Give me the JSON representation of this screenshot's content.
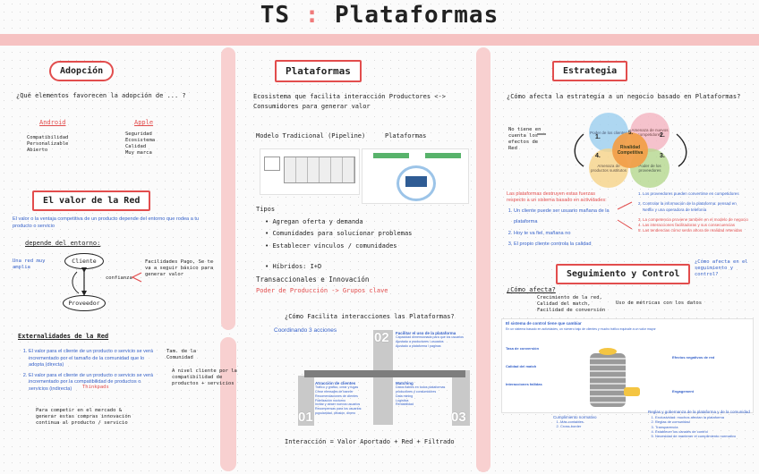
{
  "title": {
    "main": "TS",
    "colon": ":",
    "rest": "Plataformas"
  },
  "adopcion": {
    "heading": "Adopción",
    "question": "¿Qué elementos favorecen la adopción de ... ?",
    "android": {
      "label": "Android",
      "items": [
        "Compatibilidad",
        "Personalizable",
        "Abierto"
      ]
    },
    "apple": {
      "label": "Apple",
      "items": [
        "Seguridad",
        "Ecosistema",
        "Calidad",
        "Muy marca"
      ]
    }
  },
  "valor_red": {
    "heading": "El valor de la Red",
    "definition": "El valor o la ventaja competitiva de un producto depende del entorno que rodea a tu producto o servicio",
    "depende": "depende del entorno:",
    "side_note": "Una red muy amplia",
    "cliente": "Cliente",
    "proveedor": "Proveedor",
    "confianza": "confianza",
    "right_note": "Facilidades Pago, Se te va a seguir básico para generar valor"
  },
  "externalidades": {
    "heading": "Externalidades de la Red",
    "items": [
      "El valor para el cliente de un producto o servicio se verá incrementado por el tamaño de la comunidad que lo adopta (directa)",
      "El valor para el cliente de un producto o servicio se verá incrementado por la compatibilidad de productos o servicios (indirecta)"
    ],
    "tag": "Thinkpads",
    "note1": "Tam. de la Comunidad",
    "note2": "A nivel cliente por la compatibilidad de productos + servicios",
    "bottom_note": "Para competir en el mercado & generar estas compras innovación continua al producto / servicio"
  },
  "plataformas": {
    "heading": "Plataformas",
    "desc": "Ecosistema que facilita interacción Productores <-> Consumidores para generar valor",
    "modelo_tradicional": "Modelo Tradicional (Pipeline)",
    "plataformas_label": "Plataformas",
    "tipos": "Tipos",
    "tipos_items": [
      "Agregan oferta y demanda",
      "Comunidades para solucionar problemas",
      "Establecer vínculos / comunidades",
      "Híbridos: I+D"
    ],
    "transaccionales": "Transaccionales e Innovación",
    "poder": "Poder de Producción -> Grupos clave",
    "question": "¿Cómo Facilita interacciones las Plataformas?",
    "coordinando": "Coordinando 3 acciones",
    "atraccion_title": "Atracción de clientes",
    "atraccion_items": [
      "Tráfico y gráfico, crear y fugas",
      "Crear mensajes de banner",
      "Recomendaciones de clientes",
      "Fidelización nocturno",
      "Invitar y atraer nuevos usuarios",
      "Recompensas para los usuarios: popularidad, difusión, dinero"
    ],
    "facilitar_title": "Facilitar el uso de la plataforma",
    "facilitar_items": [
      "Capacidad dimensionada para que los usuarios",
      "Ajustado a productores / usuarios",
      "Ajustado a plataforma / paginas"
    ],
    "matching_title": "Matching",
    "matching_items": [
      "Datos fiables en todos plataformas productores y consumidores",
      "Data mining",
      "Logística",
      "Rentabilidad"
    ],
    "num1": "01",
    "num2": "02",
    "num3": "03",
    "formula": "Interacción = Valor Aportado + Red + Filtrado"
  },
  "estrategia": {
    "heading": "Estrategia",
    "question": "¿Cómo afecta la estrategia a un negocio basado en Plataformas?",
    "side_note": "No tiene en cuenta los efectos de Red",
    "venn": {
      "center": "Rivalidad Competitiva",
      "c1": "Poder de los clientes",
      "c2": "Amenaza de nuevos competidores",
      "c3": "Poder de los proveedores",
      "c4": "Amenaza de productos sustitutos",
      "n1": "1.",
      "n2": "2.",
      "n3": "3.",
      "n4": "4.",
      "n5": "5."
    },
    "lead": "Las plataformas destruyen estas fuerzas respecto a un sistema basado en actividades:",
    "points": [
      "Un cliente puede ser usuario mañana de la plataforma",
      "Hoy te va fiel, mañana no",
      "El propio cliente controla la calidad"
    ],
    "right_points": [
      "Los proveedores pueden convertirse en competidores",
      "Controlar la información de la plataforma: pensad en Netflix y una operadora de telefonía",
      "La competencia proviene también en el modelo de negocio",
      "Las interacciones facilitadoras y sus consecuencias",
      "Las tendencias cómo serán ahora de realidad retenidas"
    ]
  },
  "seguimiento": {
    "heading": "Seguimiento y Control",
    "side_note": "¿Cómo afecta en el seguimiento y control?",
    "question": "¿Cómo afecta?",
    "note1": "Crecimiento de la red, Calidad del match, Facilidad de conversión",
    "note2": "Uso de métricas con los datos",
    "diagram_title": "El sistema de control tiene que cambiar",
    "diagram_sub": "En un sistema basado en actividades, un número bajo de clientes y mucho tráfico equivale a un valor mayor",
    "left_labels": [
      "Tasa de conversión",
      "Calidad del match",
      "Interacciones fallidas"
    ],
    "right_labels": [
      "Efectos negativos de red",
      "Engagement"
    ],
    "bottom_left_title": "Cumplimiento normativo",
    "bottom_left_items": [
      "Más contables",
      "Cross-border"
    ],
    "bottom_right_title": "Reglas y gobernanza de la plataforma y de la comunidad",
    "bottom_right_items": [
      "Exclusividad: muchos afectan la plataforma",
      "Reglas de comunidad",
      "Transparencia",
      "Establecer los canales de control",
      "Necesidad de mantener el cumplimiento normativo"
    ]
  }
}
